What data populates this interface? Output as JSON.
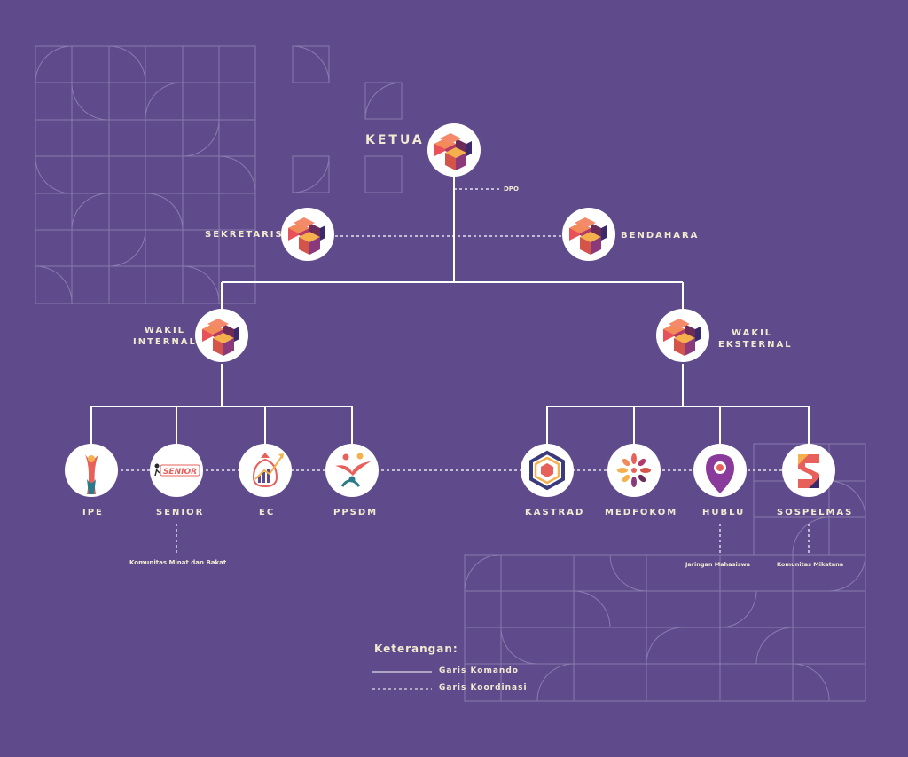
{
  "colors": {
    "background": "#5f4b8b",
    "line": "#ffffff",
    "text": "#f3ead2",
    "pattern": "#8f80b4"
  },
  "nodes": {
    "ketua": "KETUA",
    "dpo": "DPO",
    "sekretaris": "SEKRETARIS",
    "bendahara": "BENDAHARA",
    "wakil_internal": [
      "WAKIL",
      "INTERNAL"
    ],
    "wakil_eksternal": [
      "WAKIL",
      "EKSTERNAL"
    ]
  },
  "divisions_internal": [
    {
      "label": "IPE",
      "icon": "ipe-logo-icon"
    },
    {
      "label": "SENIOR",
      "icon": "senior-logo-icon",
      "note": "Komunitas Minat dan Bakat"
    },
    {
      "label": "EC",
      "icon": "ec-logo-icon"
    },
    {
      "label": "PPSDM",
      "icon": "ppsdm-logo-icon"
    }
  ],
  "divisions_external": [
    {
      "label": "KASTRAD",
      "icon": "kastrad-logo-icon"
    },
    {
      "label": "MEDFOKOM",
      "icon": "medfokom-logo-icon"
    },
    {
      "label": "HUBLU",
      "icon": "hublu-logo-icon",
      "note": "Jaringan Mahasiswa"
    },
    {
      "label": "SOSPELMAS",
      "icon": "sospelmas-logo-icon",
      "note": "Komunitas Mikatana"
    }
  ],
  "logo_text": {
    "senior": "SENIOR"
  },
  "legend": {
    "title": "Keterangan:",
    "solid": "Garis Komando",
    "dashed": "Garis Koordinasi"
  }
}
